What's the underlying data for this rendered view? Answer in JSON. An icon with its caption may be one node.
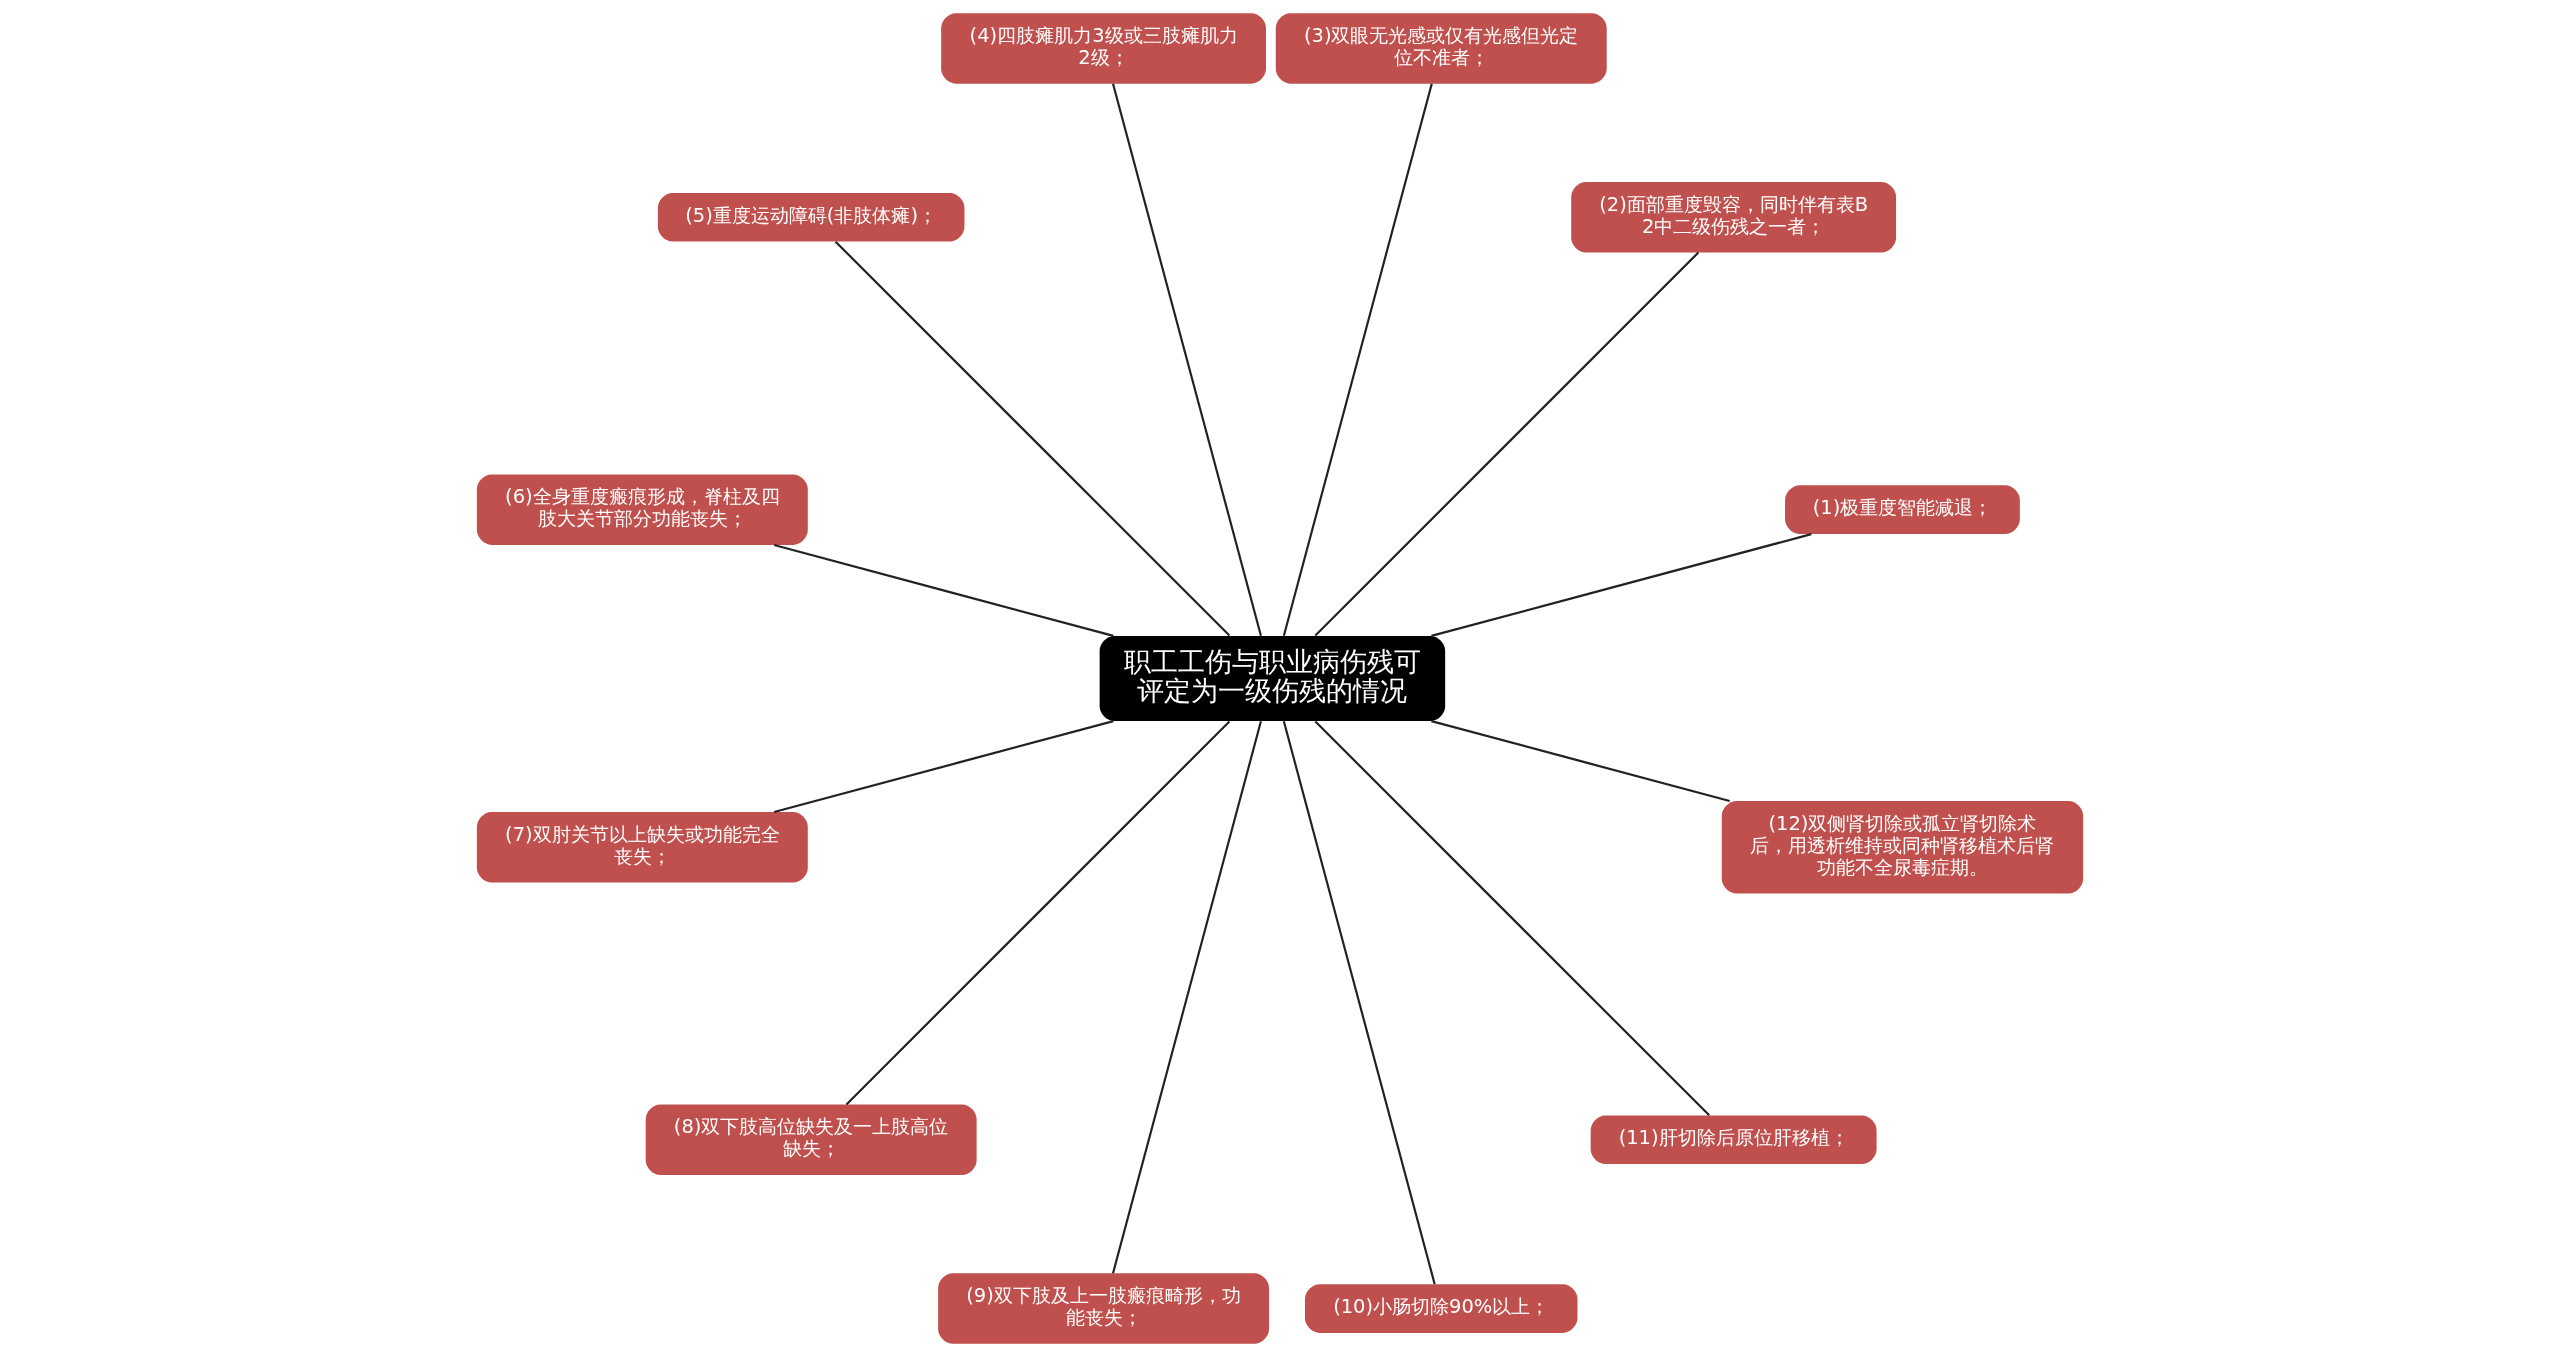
{
  "diagram": {
    "nodes": [
      {
        "text": [
          "职工工伤与职业病伤残可评定为一级伤残的情况"
        ]
      },
      {
        "text": [
          "(1)极重度智能减退；"
        ]
      },
      {
        "text": [
          "(2)面部重度毁容，同时伴有表B2中二级伤残之一者；"
        ]
      },
      {
        "text": [
          "(3)双眼无光感或仅有光感但光定位不准者；"
        ]
      },
      {
        "text": [
          "(4)四肢瘫肌力3级或三肢瘫肌力2级；"
        ]
      },
      {
        "text": [
          "(5)重度运动障碍(非肢体瘫)；"
        ]
      },
      {
        "text": [
          "(6)全身重度瘢痕形成，脊柱及四肢大关节部分功能丧失；"
        ]
      },
      {
        "text": [
          "(7)双肘关节以上缺失或功能完全丧失；"
        ]
      },
      {
        "text": [
          "(8)双下肢高位缺失及一上肢高位缺失；"
        ]
      },
      {
        "text": [
          "(9)双下肢及上一肢瘢痕畸形，功能丧失；"
        ]
      },
      {
        "text": [
          "(10)小肠切除90%以上；"
        ]
      },
      {
        "text": [
          "(11)肝切除后原位肝移植；"
        ]
      },
      {
        "text": [
          "(12)双侧肾切除或孤立肾切除术后，用透析维持或同种肾移植术后肾功能不全尿毒症期。"
        ]
      }
    ],
    "edges": [
      {
        "from": 0,
        "to": 1,
        "arrow": "none"
      },
      {
        "from": 0,
        "to": 2,
        "arrow": "none"
      },
      {
        "from": 0,
        "to": 3,
        "arrow": "none"
      },
      {
        "from": 0,
        "to": 4,
        "arrow": "none"
      },
      {
        "from": 0,
        "to": 5,
        "arrow": "none"
      },
      {
        "from": 0,
        "to": 6,
        "arrow": "none"
      },
      {
        "from": 0,
        "to": 7,
        "arrow": "none"
      },
      {
        "from": 0,
        "to": 8,
        "arrow": "none"
      },
      {
        "from": 0,
        "to": 9,
        "arrow": "none"
      },
      {
        "from": 0,
        "to": 10,
        "arrow": "none"
      },
      {
        "from": 0,
        "to": 11,
        "arrow": "none"
      },
      {
        "from": 0,
        "to": 12,
        "arrow": "none"
      }
    ]
  }
}
